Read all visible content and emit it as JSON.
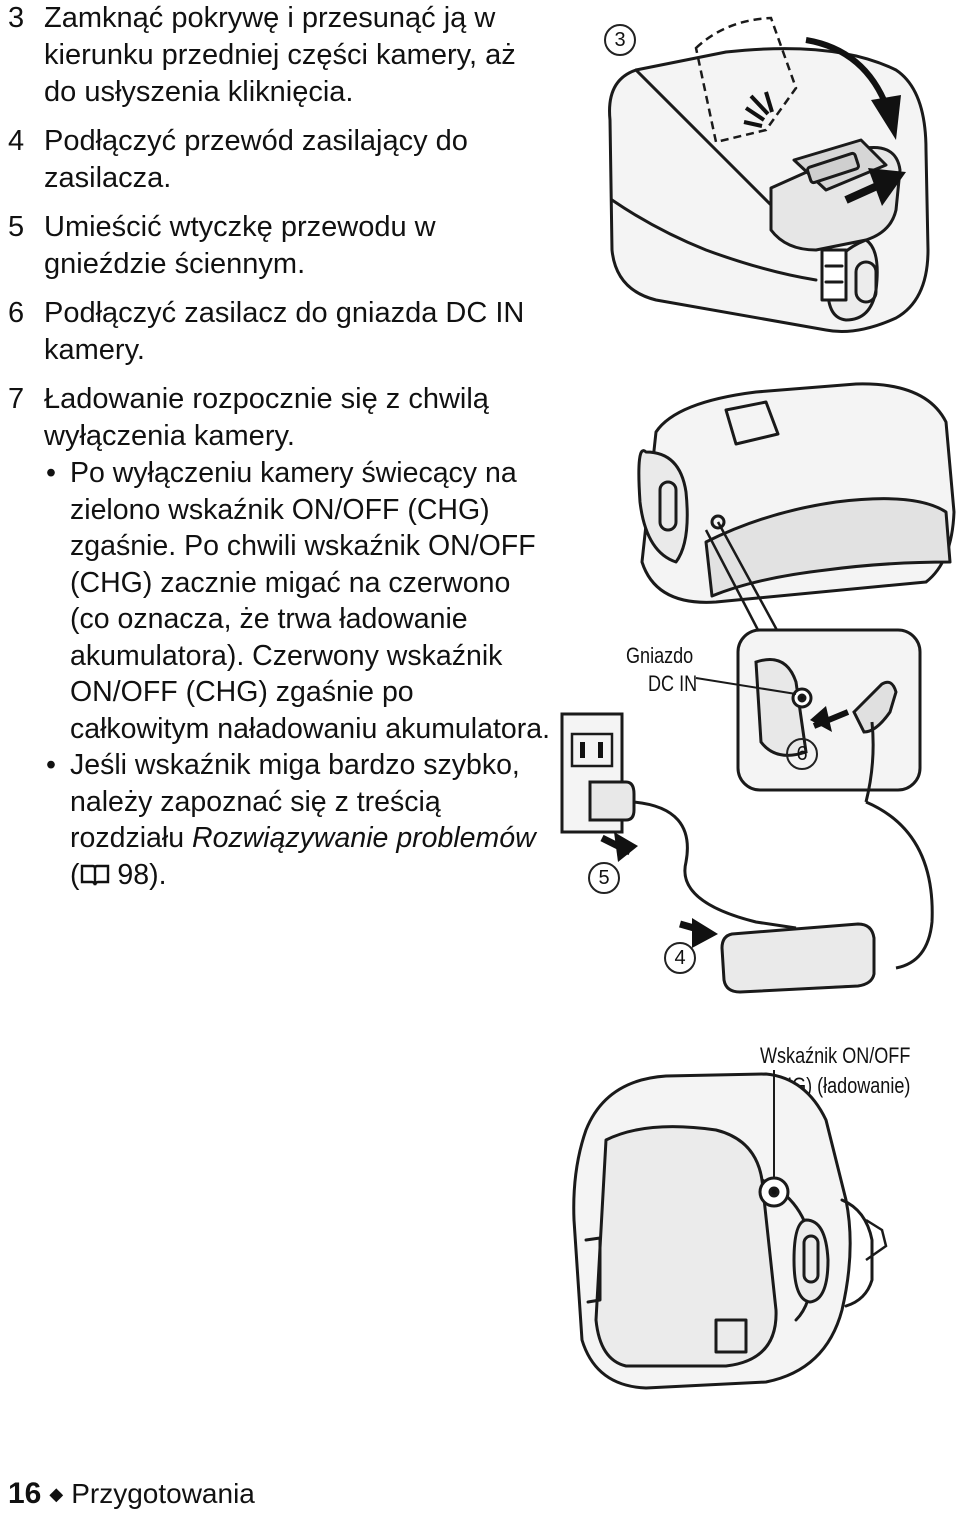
{
  "steps": [
    {
      "number": "3",
      "text": "Zamknąć pokrywę i przesunąć ją w kierunku przedniej części kamery, aż do usłyszenia kliknięcia."
    },
    {
      "number": "4",
      "text": "Podłączyć przewód zasilający do zasilacza."
    },
    {
      "number": "5",
      "text": "Umieścić wtyczkę przewodu w gnieździe ściennym."
    },
    {
      "number": "6",
      "text": "Podłączyć zasilacz do gniazda DC IN kamery."
    },
    {
      "number": "7",
      "text": "Ładowanie rozpocznie się z chwilą wyłączenia kamery."
    }
  ],
  "bullets": {
    "mark": "•",
    "first": "Po wyłączeniu kamery świecący na zielono wskaźnik ON/OFF (CHG) zgaśnie. Po chwili wskaźnik ON/OFF (CHG) zacznie migać na czerwono (co oznacza, że trwa ładowanie akumulatora). Czerwony wskaźnik ON/OFF (CHG) zgaśnie po całkowitym naładowaniu akumulatora.",
    "second_lead": "Jeśli wskaźnik miga bardzo szybko, należy zapoznać się z treścią rozdziału ",
    "second_ref": "Rozwiązywanie problemów",
    "second_open": "(",
    "second_page": " 98).",
    "ref_icon": "book-icon"
  },
  "figure": {
    "label_step3": "3",
    "label_step4": "4",
    "label_step5": "5",
    "label_step6": "6",
    "dc_in_line1": "Gniazdo",
    "dc_in_line2": "DC IN",
    "indicator_line1": "Wskaźnik ON/OFF",
    "indicator_line2": "(CHG) (ładowanie)"
  },
  "footer": {
    "page_number": "16",
    "separator": "◆",
    "section": "Przygotowania"
  }
}
